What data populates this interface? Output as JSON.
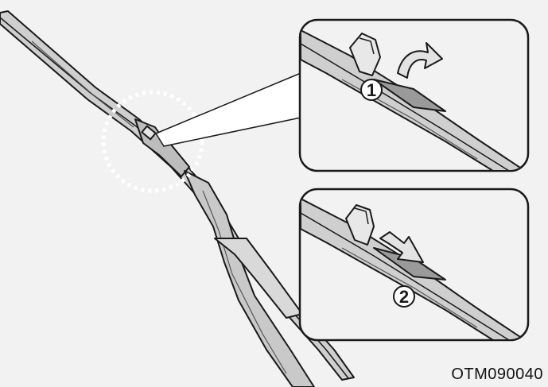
{
  "figure": {
    "code": "OTM090040",
    "steps": [
      {
        "number": "1",
        "action": "rotate-arrow"
      },
      {
        "number": "2",
        "action": "slide-arrow"
      }
    ]
  },
  "colors": {
    "background": "#f2f2f2",
    "blade_fill": "#d0d0d0",
    "blade_dark": "#9a9a9a",
    "outline": "#1a1a1a",
    "callout_circle": "#ffffff",
    "arrow_fill": "#e3e3e3"
  },
  "icons": {
    "wiper-blade": "line-art",
    "callout-circle": "dotted-circle",
    "rotate-arrow": "curved-arrow",
    "slide-arrow": "straight-arrow"
  }
}
